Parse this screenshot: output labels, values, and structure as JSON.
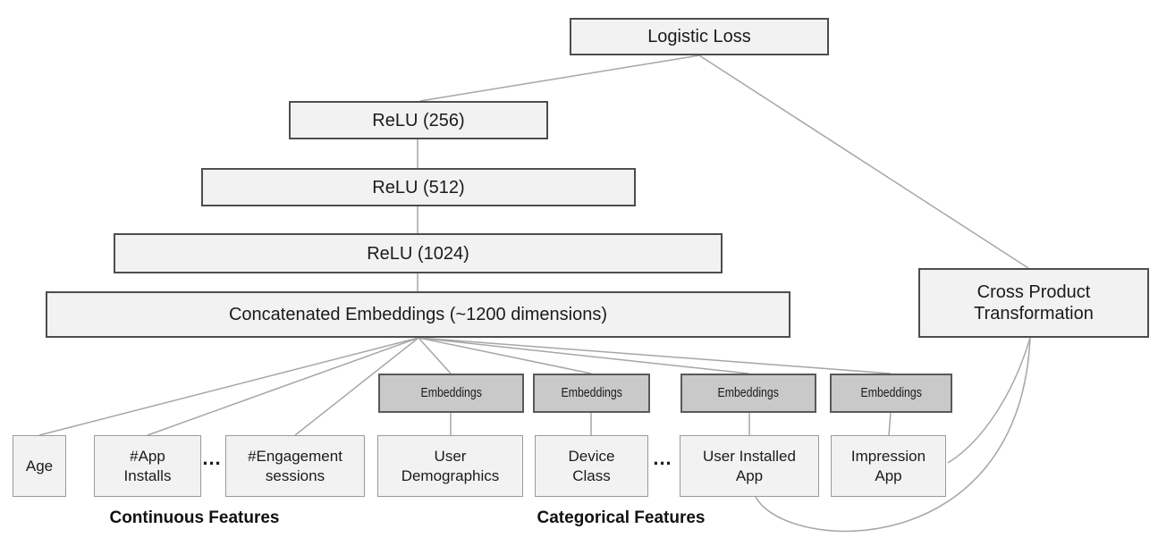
{
  "diagram": {
    "title_hint": "Wide and Deep model architecture",
    "nodes": {
      "logistic_loss": {
        "label": "Logistic Loss"
      },
      "relu_256": {
        "label": "ReLU (256)"
      },
      "relu_512": {
        "label": "ReLU (512)"
      },
      "relu_1024": {
        "label": "ReLU (1024)"
      },
      "concatenated_embeddings": {
        "label": "Concatenated Embeddings (~1200 dimensions)"
      },
      "cross_product_transformation": {
        "label": "Cross Product Transformation"
      }
    },
    "embeddings_label": "Embeddings",
    "inputs": {
      "age": {
        "label": "Age"
      },
      "app_installs": {
        "label": "#App Installs"
      },
      "engagement_sessions": {
        "label": "#Engagement sessions"
      },
      "user_demographics": {
        "label": "User Demographics"
      },
      "device_class": {
        "label": "Device Class"
      },
      "user_installed_app": {
        "label": "User Installed App"
      },
      "impression_app": {
        "label": "Impression App"
      }
    },
    "ellipsis": "...",
    "group_labels": {
      "continuous": "Continuous Features",
      "categorical": "Categorical Features"
    },
    "colors": {
      "box_fill_light": "#f2f2f2",
      "box_fill_dark": "#c9c9c9",
      "border_dark": "#4d4d4d",
      "border_light": "#9a9a9a",
      "wire_gray": "#a6a6a6",
      "text": "#1b1b1b"
    }
  }
}
